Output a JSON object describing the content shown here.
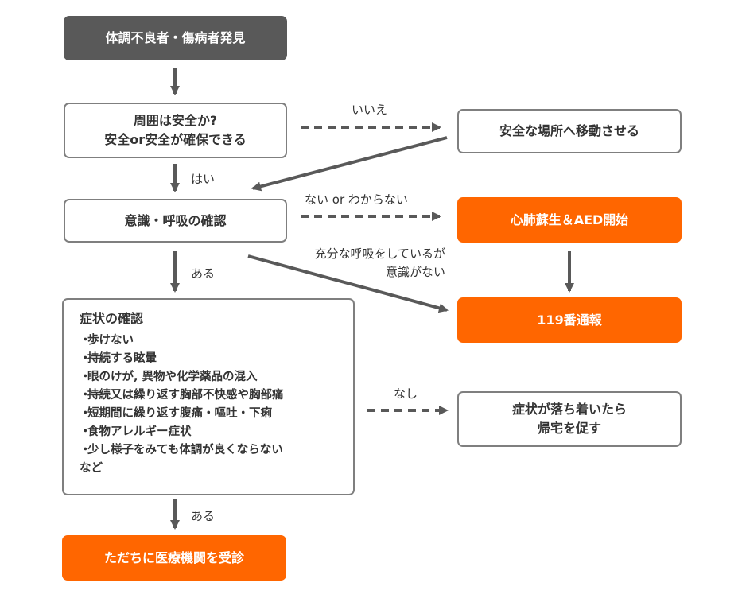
{
  "nodes": {
    "discover": "体調不良者・傷病者発見",
    "safe_q_line1": "周囲は安全か?",
    "safe_q_line2": "安全or安全が確保できる",
    "move_safe": "安全な場所へ移動させる",
    "check_conscious": "意識・呼吸の確認",
    "cpr_aed": "心肺蘇生＆AED開始",
    "call_119": "119番通報",
    "symptom_title": "症状の確認",
    "symptoms": [
      "歩けない",
      "持続する眩暈",
      "眼のけが, 異物や化学薬品の混入",
      "持続又は繰り返す胸部不快感や胸部痛",
      "短期間に繰り返す腹痛・嘔吐・下痢",
      "食物アレルギー症状",
      "少し様子をみても体調が良くならない"
    ],
    "symptom_etc": "など",
    "bullet": "・",
    "go_home_line1": "症状が落ち着いたら",
    "go_home_line2": "帰宅を促す",
    "hospital": "ただちに医療機関を受診"
  },
  "labels": {
    "no": "いいえ",
    "yes": "はい",
    "none_or_unknown": "ない or わからない",
    "has": "ある",
    "breathing_line1": "充分な呼吸をしているが",
    "breathing_line2": "意識がない",
    "none": "なし",
    "has2": "ある"
  },
  "colors": {
    "dark_box": "#595959",
    "orange_box": "#ff6600",
    "border": "#7f7f7f",
    "arrow": "#595959"
  }
}
